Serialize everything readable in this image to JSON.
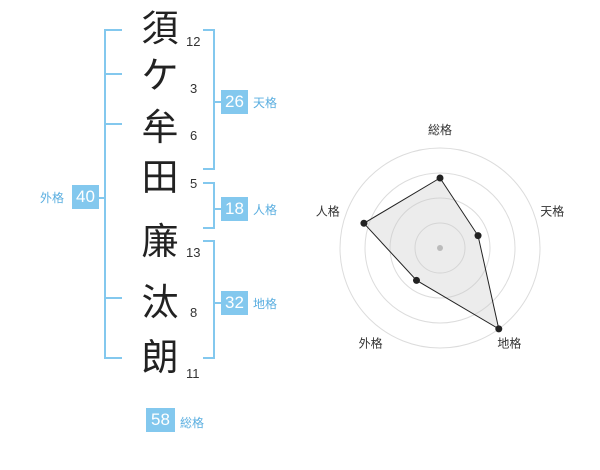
{
  "name": {
    "chars": [
      {
        "char": "須",
        "strokes": "12"
      },
      {
        "char": "ケ",
        "strokes": "3"
      },
      {
        "char": "牟",
        "strokes": "6"
      },
      {
        "char": "田",
        "strokes": "5"
      },
      {
        "char": "廉",
        "strokes": "13"
      },
      {
        "char": "汰",
        "strokes": "8"
      },
      {
        "char": "朗",
        "strokes": "11"
      }
    ]
  },
  "kaku": {
    "tenkaku": {
      "value": "26",
      "label": "天格"
    },
    "jinkaku": {
      "value": "18",
      "label": "人格"
    },
    "chikaku": {
      "value": "32",
      "label": "地格"
    },
    "gaikaku": {
      "value": "40",
      "label": "外格"
    },
    "soukaku": {
      "value": "58",
      "label": "総格"
    }
  },
  "colors": {
    "accent": "#83c8ee",
    "accent_text": "#5aaee0"
  },
  "chart_data": {
    "type": "radar",
    "axes": [
      "総格",
      "天格",
      "地格",
      "外格",
      "人格"
    ],
    "values": [
      3.5,
      2,
      5,
      2,
      4
    ],
    "max": 5,
    "rings": 4
  }
}
